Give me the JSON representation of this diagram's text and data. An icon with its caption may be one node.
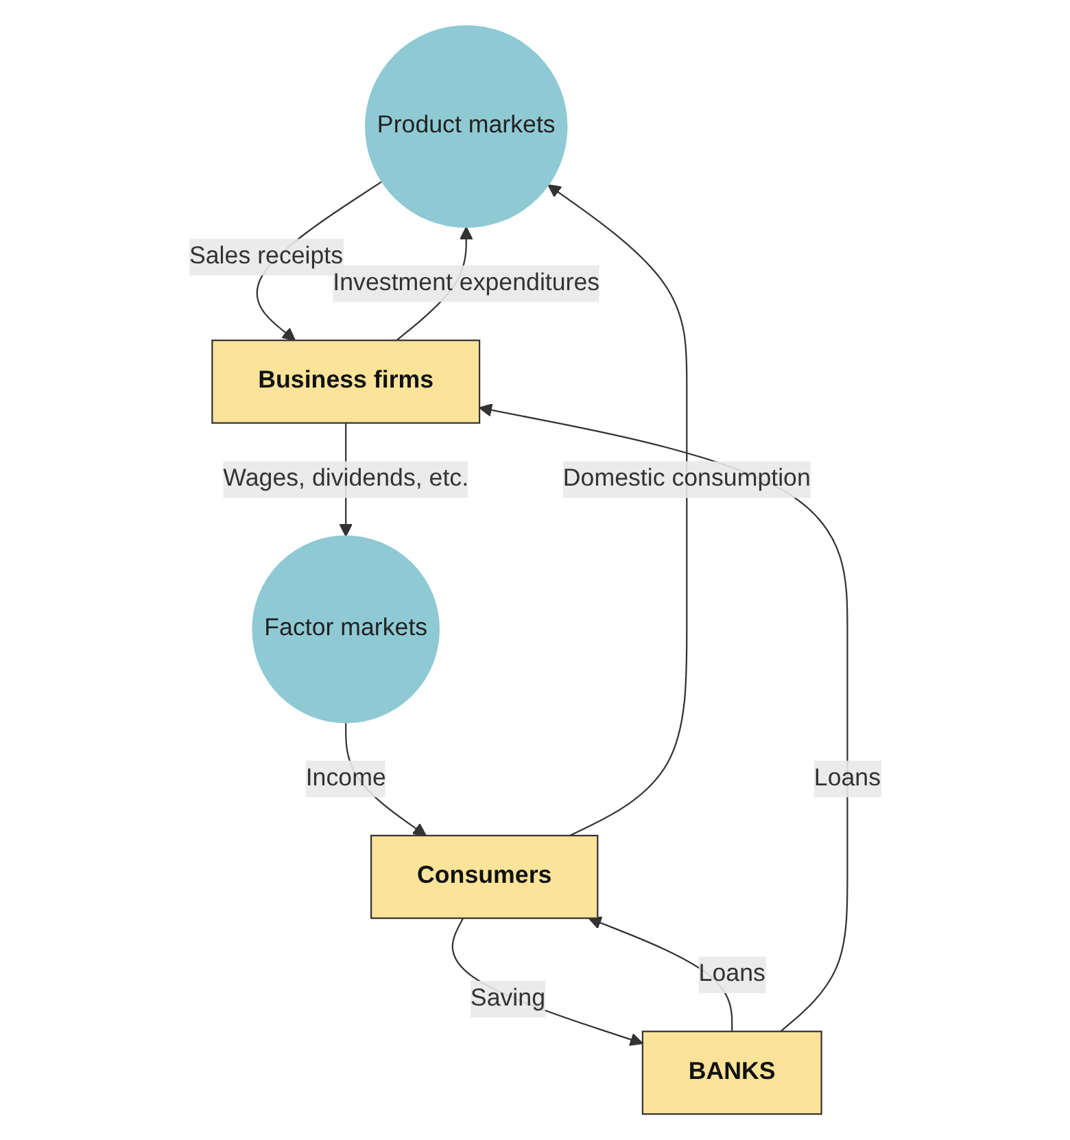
{
  "diagram": {
    "nodes": [
      {
        "text": [
          "Product markets"
        ]
      },
      {
        "text": [
          "Consumers"
        ]
      },
      {
        "text": [
          "BANKS"
        ]
      },
      {
        "text": [
          "Business firms"
        ]
      },
      {
        "text": [
          "Factor markets"
        ]
      }
    ],
    "edges": [
      {
        "from": 1,
        "to": 0,
        "arrow": "to",
        "label": "Domestic consumption"
      },
      {
        "from": 3,
        "to": 0,
        "arrow": "to",
        "label": "Investment expenditures"
      },
      {
        "from": 0,
        "to": 3,
        "arrow": "to",
        "label": "Sales receipts"
      },
      {
        "from": 1,
        "to": 2,
        "arrow": "to",
        "label": "Saving"
      },
      {
        "from": 2,
        "to": 1,
        "arrow": "to",
        "label": "Loans"
      },
      {
        "from": 2,
        "to": 3,
        "arrow": "to",
        "label": "Loans"
      },
      {
        "from": 3,
        "to": 4,
        "arrow": "to",
        "label": "Wages, dividends, etc."
      },
      {
        "from": 4,
        "to": 1,
        "arrow": "to",
        "label": "Income"
      }
    ]
  }
}
